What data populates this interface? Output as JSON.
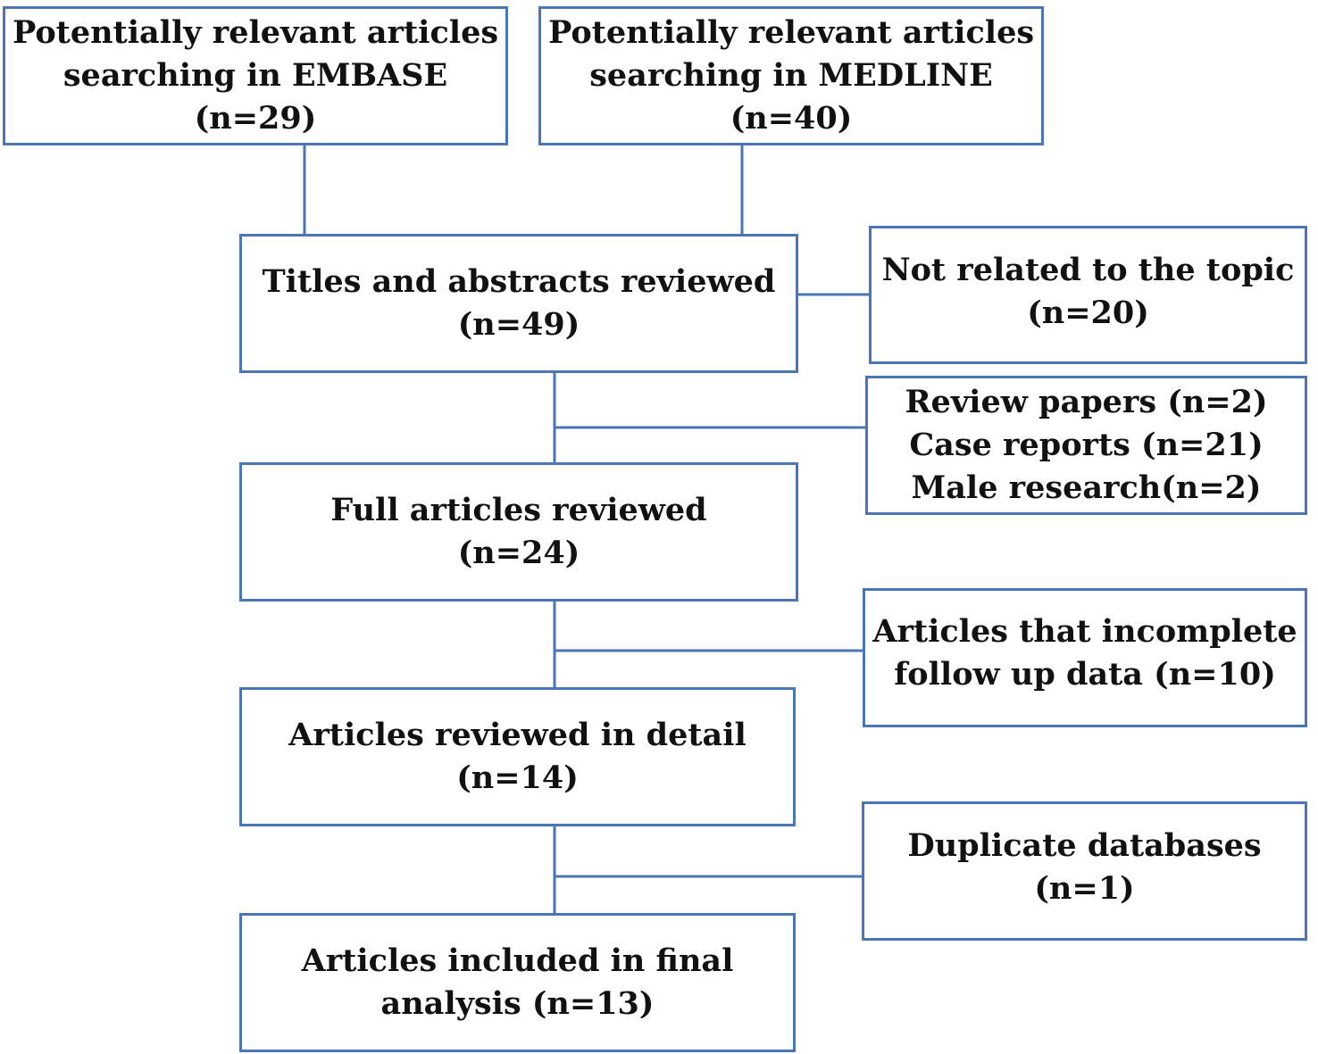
{
  "colors": {
    "border": "#4a76b5",
    "text": "#111111",
    "background": "#ffffff"
  },
  "boxes": {
    "embase": {
      "lines": [
        "Potentially relevant articles",
        "searching in EMBASE",
        "(n=29)"
      ]
    },
    "medline": {
      "lines": [
        "Potentially relevant articles",
        "searching in MEDLINE",
        "(n=40)"
      ]
    },
    "titles": {
      "lines": [
        "Titles and abstracts reviewed",
        "(n=49)"
      ]
    },
    "not_related": {
      "lines": [
        "Not related to the topic",
        "(n=20)"
      ]
    },
    "excluded_types": {
      "lines": [
        "Review papers (n=2)",
        "Case reports (n=21)",
        "Male research(n=2)"
      ]
    },
    "full": {
      "lines": [
        "Full articles reviewed",
        "(n=24)"
      ]
    },
    "incomplete": {
      "lines": [
        "Articles that incomplete",
        "follow up data (n=10)"
      ]
    },
    "detail": {
      "lines": [
        "Articles reviewed in detail",
        "(n=14)"
      ]
    },
    "duplicate": {
      "lines": [
        "Duplicate databases",
        "(n=1)"
      ]
    },
    "final": {
      "lines": [
        "Articles included in final",
        "analysis (n=13)"
      ]
    }
  }
}
